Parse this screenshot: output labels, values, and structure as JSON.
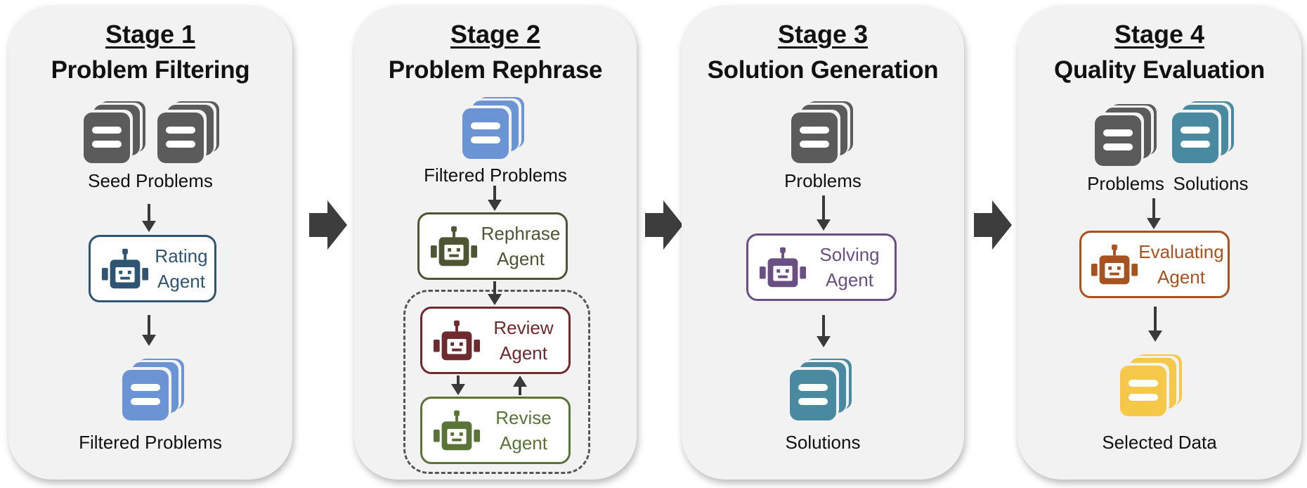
{
  "colors": {
    "gray_doc": "#5b5b5b",
    "blue_doc": "#6a94d3",
    "teal_doc": "#4a8aa0",
    "yellow_doc": "#f5c84a",
    "rating": "#2f5572",
    "rephrase": "#4e5532",
    "review": "#6e2a2e",
    "revise": "#5a7438",
    "solving": "#6a4f82",
    "evaluating": "#a85220"
  },
  "stage1": {
    "stage": "Stage 1",
    "title": "Problem Filtering",
    "input_label": "Seed Problems",
    "agent_line1": "Rating",
    "agent_line2": "Agent",
    "output_label": "Filtered Problems"
  },
  "stage2": {
    "stage": "Stage 2",
    "title": "Problem Rephrase",
    "input_label": "Filtered Problems",
    "rephrase_line1": "Rephrase",
    "rephrase_line2": "Agent",
    "review_line1": "Review",
    "review_line2": "Agent",
    "revise_line1": "Revise",
    "revise_line2": "Agent"
  },
  "stage3": {
    "stage": "Stage 3",
    "title": "Solution Generation",
    "input_label": "Problems",
    "agent_line1": "Solving",
    "agent_line2": "Agent",
    "output_label": "Solutions"
  },
  "stage4": {
    "stage": "Stage 4",
    "title": "Quality Evaluation",
    "input_label_a": "Problems",
    "input_label_b": "Solutions",
    "agent_line1": "Evaluating",
    "agent_line2": "Agent",
    "output_label": "Selected Data"
  }
}
